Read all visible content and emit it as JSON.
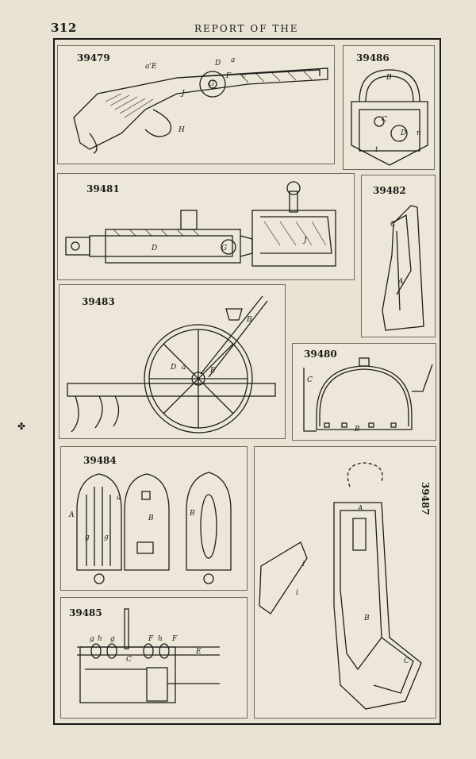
{
  "page": {
    "number": "312",
    "running_head": "REPORT OF THE"
  },
  "figures": [
    {
      "id": "39479",
      "labels": [
        "a'E",
        "D",
        "a",
        "G",
        "F",
        "c",
        "J",
        "H"
      ]
    },
    {
      "id": "39486",
      "labels": [
        "B",
        "C",
        "D",
        "n",
        "t"
      ]
    },
    {
      "id": "39481",
      "labels": [
        "D",
        "G",
        "J"
      ]
    },
    {
      "id": "39482",
      "labels": [
        "C",
        "A"
      ]
    },
    {
      "id": "39483",
      "labels": [
        "B",
        "D",
        "a",
        "E"
      ]
    },
    {
      "id": "39480",
      "labels": [
        "C",
        "B"
      ]
    },
    {
      "id": "39484",
      "labels": [
        "A",
        "a",
        "B",
        "g",
        "g",
        "B"
      ]
    },
    {
      "id": "39487",
      "labels": [
        "A",
        "B",
        "C",
        "i",
        "i"
      ]
    },
    {
      "id": "39485",
      "labels": [
        "g",
        "h",
        "g",
        "F",
        "h",
        "F",
        "C",
        "E"
      ]
    }
  ],
  "marks": {
    "spot_glyph": "✤"
  }
}
